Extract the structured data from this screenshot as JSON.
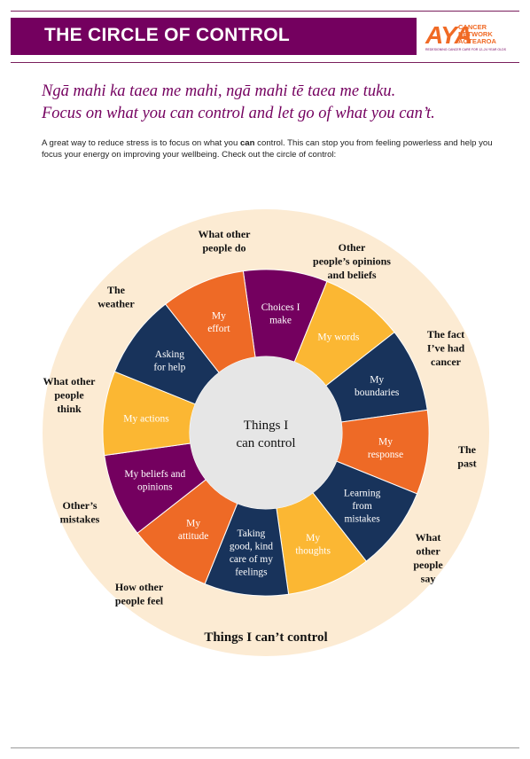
{
  "header": {
    "title": "THE CIRCLE OF CONTROL",
    "logo": {
      "aya": "AYA",
      "line1": "CANCER",
      "line2": "NETWORK",
      "line3": "AOTEAROA",
      "sub": "REDESIGNING CANCER CARE FOR 12–24 YEAR OLDS"
    }
  },
  "taglines": [
    "Ngā mahi ka taea me mahi, ngā mahi tē taea me tuku.",
    "Focus on what you can control and let go of what you can’t."
  ],
  "intro": {
    "before": "A great way to reduce stress is to focus on what you ",
    "bold": "can",
    "after": " control. This can stop you from feeling powerless and help you focus your energy on improving your wellbeing. Check out the circle of control:"
  },
  "colors": {
    "purple": "#74005f",
    "orange": "#ee6a26",
    "yellow": "#fbb733",
    "navy": "#18335b",
    "outer_ring": "#fcebd3",
    "center": "#e6e6e6"
  },
  "center_label": [
    "Things I",
    "can control"
  ],
  "bottom_label": "Things I can’t control",
  "segments": [
    {
      "lines": [
        "Choices I",
        "make"
      ],
      "color": "purple"
    },
    {
      "lines": [
        "My words"
      ],
      "color": "yellow"
    },
    {
      "lines": [
        "My",
        "boundaries"
      ],
      "color": "navy"
    },
    {
      "lines": [
        "My",
        "response"
      ],
      "color": "orange"
    },
    {
      "lines": [
        "Learning",
        "from",
        "mistakes"
      ],
      "color": "navy"
    },
    {
      "lines": [
        "My",
        "thoughts"
      ],
      "color": "yellow"
    },
    {
      "lines": [
        "Taking",
        "good, kind",
        "care of my",
        "feelings"
      ],
      "color": "navy"
    },
    {
      "lines": [
        "My",
        "attitude"
      ],
      "color": "orange"
    },
    {
      "lines": [
        "My beliefs and",
        "opinions"
      ],
      "color": "purple"
    },
    {
      "lines": [
        "My actions"
      ],
      "color": "yellow"
    },
    {
      "lines": [
        "Asking",
        "for help"
      ],
      "color": "navy"
    },
    {
      "lines": [
        "My",
        "effort"
      ],
      "color": "orange"
    }
  ],
  "outer_labels": [
    {
      "lines": [
        "What other",
        "people do"
      ]
    },
    {
      "lines": [
        "Other",
        "people’s opinions",
        "and beliefs"
      ]
    },
    {
      "lines": [
        "The fact",
        "I’ve had",
        "cancer"
      ]
    },
    {
      "lines": [
        "The",
        "past"
      ]
    },
    {
      "lines": [
        "What",
        "other",
        "people",
        "say"
      ]
    },
    {
      "lines": [
        "How other",
        "people feel"
      ]
    },
    {
      "lines": [
        "Other’s",
        "mistakes"
      ]
    },
    {
      "lines": [
        "What other",
        "people",
        "think"
      ]
    },
    {
      "lines": [
        "The",
        "weather"
      ]
    }
  ]
}
